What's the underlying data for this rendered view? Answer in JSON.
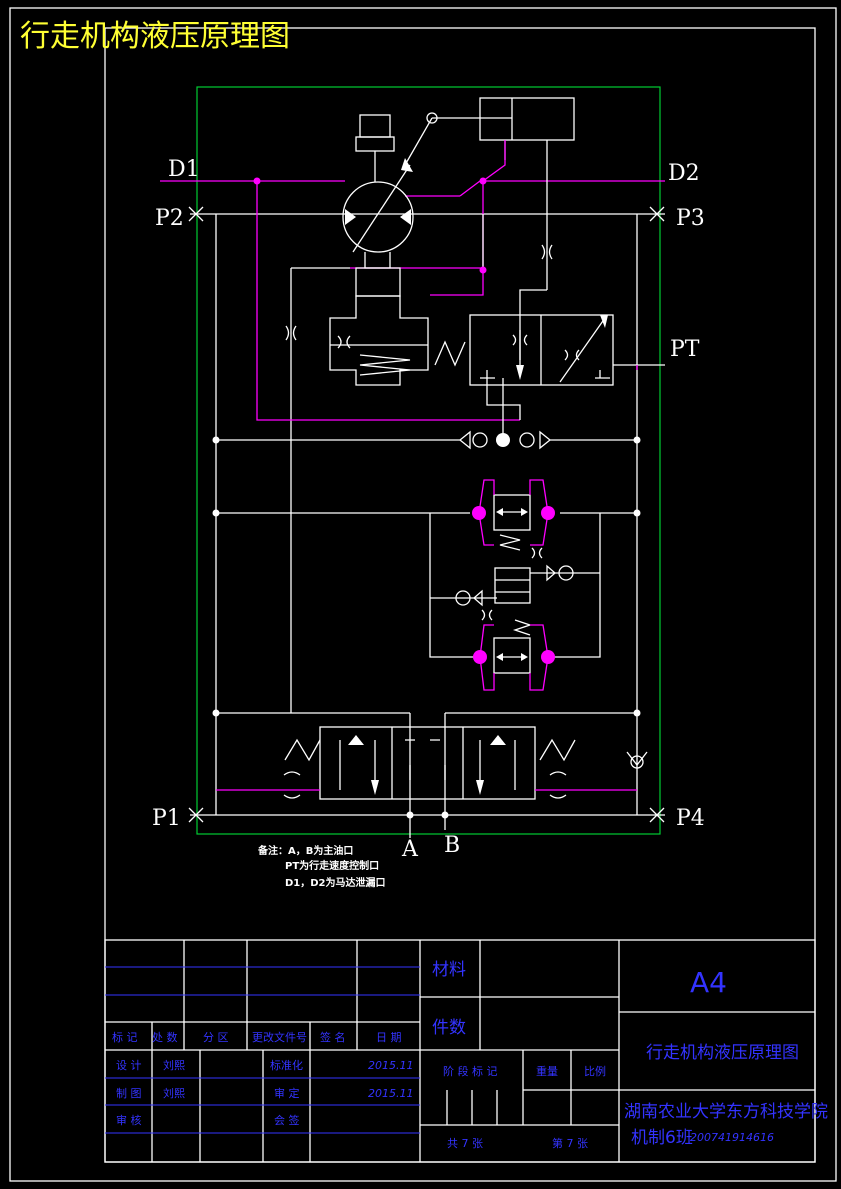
{
  "title": "行走机构液压原理图",
  "ports": {
    "d1": "D1",
    "d2": "D2",
    "p1": "P1",
    "p2": "P2",
    "p3": "P3",
    "p4": "P4",
    "pt": "PT",
    "a": "A",
    "b": "B"
  },
  "notes": [
    "备注：A，B为主油口",
    "PT为行走速度控制口",
    "D1，D2为马达泄漏口"
  ],
  "title_block": {
    "material_label": "材料",
    "quantity_label": "件数",
    "paper_size": "A4",
    "drawing_name": "行走机构液压原理图",
    "row_headers": [
      "标 记",
      "处 数",
      "分 区",
      "更改文件号",
      "签 名",
      "日 期"
    ],
    "design_label": "设 计",
    "design_name": "刘熙",
    "design_date": "2015.11",
    "standard_label": "标准化",
    "draft_label": "制 图",
    "draft_name": "刘熙",
    "draft_date": "2015.11",
    "review_label": "审 定",
    "check_label": "审 核",
    "approve_label": "会 签",
    "stage_label": "阶 段 标 记",
    "weight_label": "重量",
    "scale_label": "比例",
    "sheets_total": "共  7  张",
    "sheet_no": "第  7  张",
    "school": "湖南农业大学东方科技学院",
    "class_info": "机制6班",
    "student_no": "200741914616"
  },
  "colors": {
    "background": "#000000",
    "title": "#ffff33",
    "lines": "#ffffff",
    "magenta": "#ff00ff",
    "frame_green": "#00cc33",
    "title_block_blue": "#3333ff"
  }
}
